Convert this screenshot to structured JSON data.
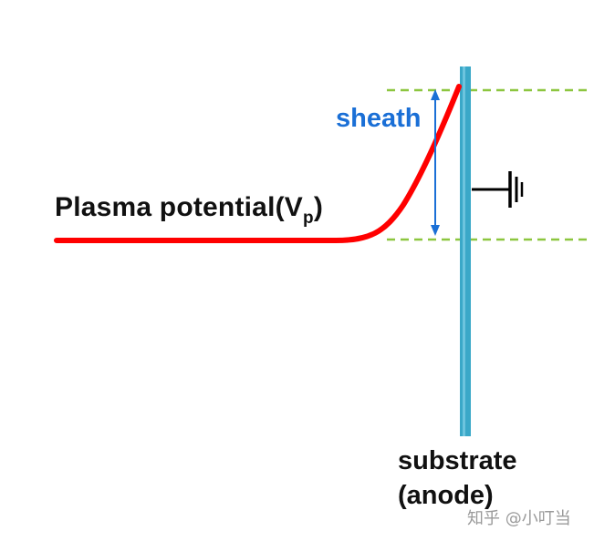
{
  "labels": {
    "plasma_potential": "Plasma potential(V",
    "plasma_potential_sub": "p",
    "plasma_potential_close": ")",
    "sheath": "sheath",
    "substrate_line1": "substrate",
    "substrate_line2": "(anode)"
  },
  "watermark": "知乎 @小叮当",
  "colors": {
    "potential_curve": "#ff0000",
    "sheath_arrow": "#1a6fd6",
    "substrate": "#3aa8c8",
    "boundary_dashes": "#8cc63f",
    "ground": "#000000"
  },
  "icons": [
    "ground-symbol-icon",
    "double-headed-arrow-icon"
  ]
}
